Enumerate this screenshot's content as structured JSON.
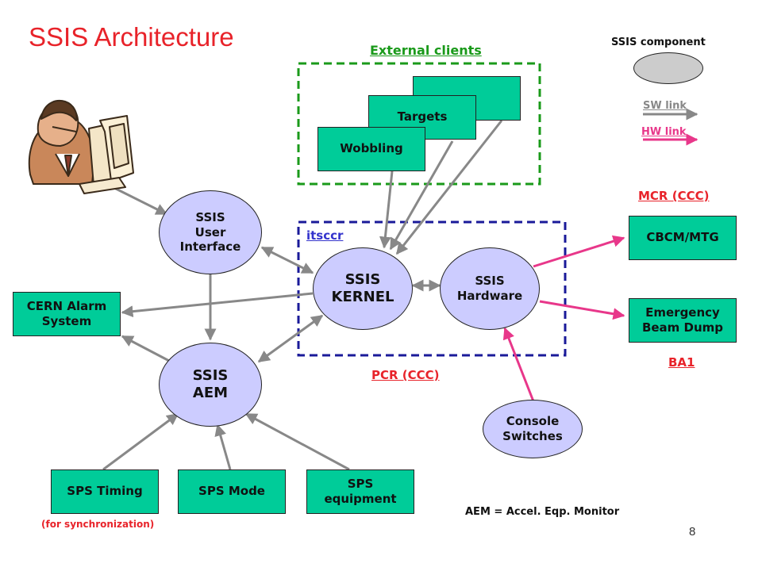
{
  "title": "SSIS Architecture",
  "legend": {
    "component": "SSIS component",
    "sw_link": "SW link",
    "hw_link": "HW link"
  },
  "zones": {
    "external_clients": "External clients",
    "itsccr": "itsccr",
    "pcr": "PCR (CCC)",
    "mcr": "MCR (CCC)",
    "ba1": "BA1"
  },
  "nodes": {
    "targets": "Targets",
    "wobbling": "Wobbling",
    "ssis_ui": "SSIS\nUser\nInterface",
    "ssis_kernel": "SSIS\nKERNEL",
    "ssis_hardware": "SSIS\nHardware",
    "cern_alarm": "CERN Alarm\nSystem",
    "ssis_aem": "SSIS\nAEM",
    "cbcm": "CBCM/MTG",
    "emergency": "Emergency\nBeam Dump",
    "console": "Console\nSwitches",
    "sps_timing": "SPS Timing",
    "sps_mode": "SPS Mode",
    "sps_equipment": "SPS\nequipment"
  },
  "notes": {
    "sync": "(for synchronization)",
    "aem_def": "AEM = Accel. Eqp. Monitor",
    "page_number": "8"
  },
  "colors": {
    "title": "#e8232a",
    "client_box": "#00cc99",
    "component": "#ccccff",
    "sw_link": "#888888",
    "hw_link": "#e8378a",
    "external_border": "#1a9a1a",
    "itsccr_border": "#1a1a99"
  }
}
